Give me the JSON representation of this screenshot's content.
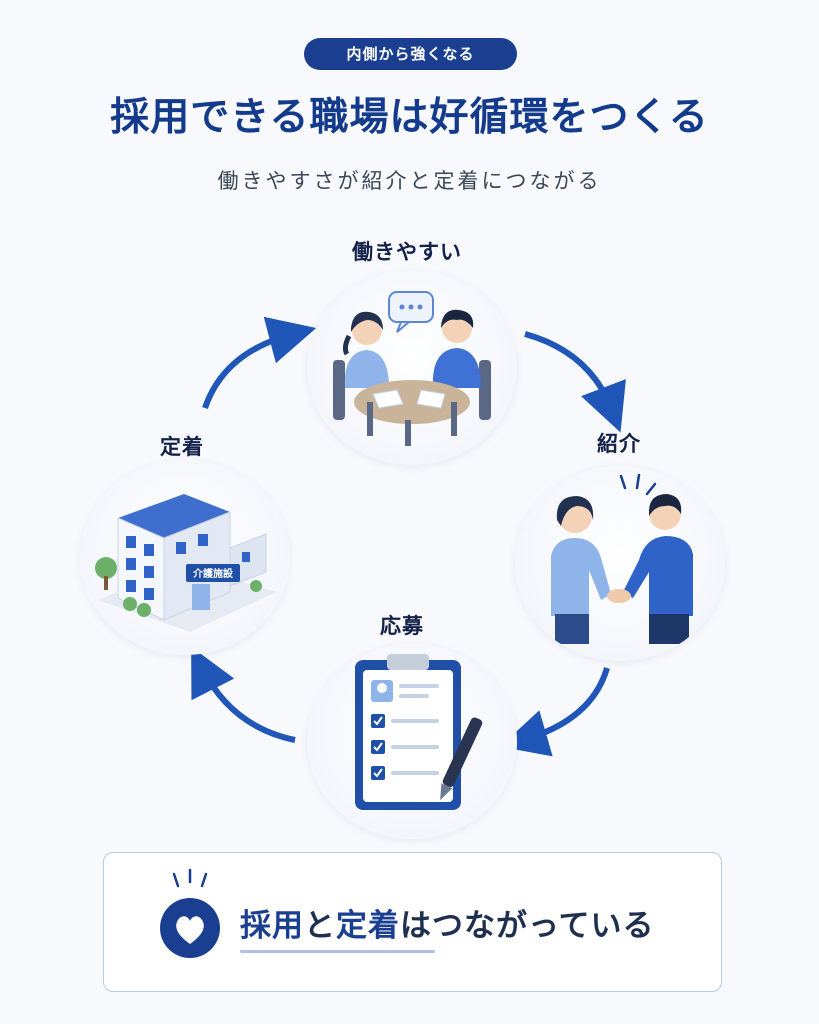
{
  "badge": "内側から強くなる",
  "title": "採用できる職場は好循環をつくる",
  "subtitle": "働きやすさが紹介と定着につながる",
  "cycle": {
    "top": {
      "label": "働きやすい",
      "icon": "meeting-icon"
    },
    "right": {
      "label": "紹介",
      "icon": "handshake-icon"
    },
    "bottom": {
      "label": "応募",
      "icon": "clipboard-checklist-icon"
    },
    "left": {
      "label": "定着",
      "icon": "care-facility-building-icon",
      "sign": "介護施設"
    }
  },
  "conclusion": {
    "part1": "採用",
    "part2": "と",
    "part3": "定着",
    "part4": "はつながっている",
    "icon": "heart-icon"
  },
  "colors": {
    "navy": "#1a3f91",
    "accent": "#2f63c8",
    "light_blue": "#a9c2e6"
  }
}
